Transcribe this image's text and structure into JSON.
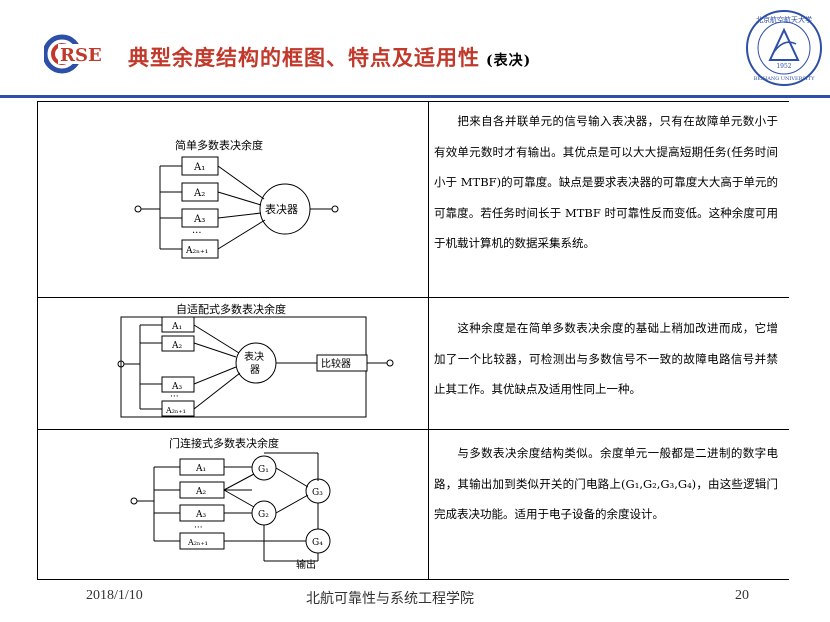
{
  "header": {
    "logo_text": "RSE",
    "title": "典型余度结构的框图、特点及适用性",
    "subtitle": "(表决)",
    "seal_text": "北京航空航天大学",
    "seal_latin": "BEIHANG UNIVERSITY",
    "seal_year": "1952"
  },
  "rows": [
    {
      "diagram_title": "简单多数表决余度",
      "blocks": [
        "A₁",
        "A₂",
        "A₃",
        "···",
        "A₂ₙ₊₁"
      ],
      "voter": "表决器",
      "description": "把来自各并联单元的信号输入表决器，只有在故障单元数小于有效单元数时才有输出。其优点是可以大大提高短期任务(任务时间小于 MTBF)的可靠度。缺点是要求表决器的可靠度大大高于单元的可靠度。若任务时间长于 MTBF 时可靠性反而变低。这种余度可用于机载计算机的数据采集系统。"
    },
    {
      "diagram_title": "自适配式多数表决余度",
      "blocks": [
        "A₁",
        "A₂",
        "A₃",
        "···",
        "A₂ₙ₊₁"
      ],
      "voter_line1": "表决",
      "voter_line2": "器",
      "comparator": "比较器",
      "description": "这种余度是在简单多数表决余度的基础上稍加改进而成，它增加了一个比较器，可检测出与多数信号不一致的故障电路信号并禁止其工作。其优缺点及适用性同上一种。"
    },
    {
      "diagram_title": "门连接式多数表决余度",
      "blocks": [
        "A₁",
        "A₂",
        "A₃",
        "···",
        "A₂ₙ₊₁"
      ],
      "gates": [
        "G₁",
        "G₂",
        "G₃",
        "G₄"
      ],
      "output": "输出",
      "description": "与多数表决余度结构类似。余度单元一般都是二进制的数字电路，其输出加到类似开关的门电路上(G₁,G₂,G₃,G₄)，由这些逻辑门完成表决功能。适用于电子设备的余度设计。"
    }
  ],
  "footer": {
    "date": "2018/1/10",
    "org": "北航可靠性与系统工程学院",
    "page": "20"
  },
  "colors": {
    "title": "#c0392b",
    "rule": "#2e4fa8"
  }
}
